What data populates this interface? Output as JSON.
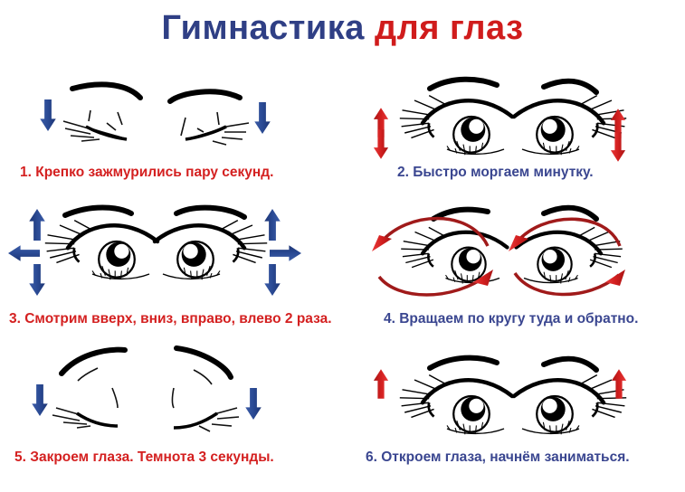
{
  "title": {
    "part1": "Гимнастика",
    "part2": "для глаз"
  },
  "colors": {
    "blue": "#2f4a8f",
    "red": "#d42020",
    "title_blue": "#2f3f85",
    "title_red": "#d01c1c"
  },
  "exercises": [
    {
      "number": 1,
      "text": "1. Крепко зажмурились пару секунд.",
      "color": "red",
      "eyes": "closed-tight",
      "arrows": [
        "down-left",
        "down-right"
      ]
    },
    {
      "number": 2,
      "text": "2. Быстро моргаем минутку.",
      "color": "blue",
      "eyes": "open",
      "arrows": [
        "up-down-left",
        "up-down-right"
      ]
    },
    {
      "number": 3,
      "text": "3. Смотрим вверх, вниз, вправо, влево 2 раза.",
      "color": "red",
      "eyes": "open-looking-up",
      "arrows": [
        "up",
        "down",
        "left",
        "right"
      ]
    },
    {
      "number": 4,
      "text": "4. Вращаем по кругу туда и обратно.",
      "color": "blue",
      "eyes": "open-looking-up",
      "arrows": [
        "circular"
      ]
    },
    {
      "number": 5,
      "text": "5. Закроем глаза. Темнота 3 секунды.",
      "color": "red",
      "eyes": "closed",
      "arrows": [
        "down-left",
        "down-right"
      ]
    },
    {
      "number": 6,
      "text": "6. Откроем глаза, начнём заниматься.",
      "color": "blue",
      "eyes": "open",
      "arrows": [
        "up-left",
        "up-right"
      ]
    }
  ]
}
